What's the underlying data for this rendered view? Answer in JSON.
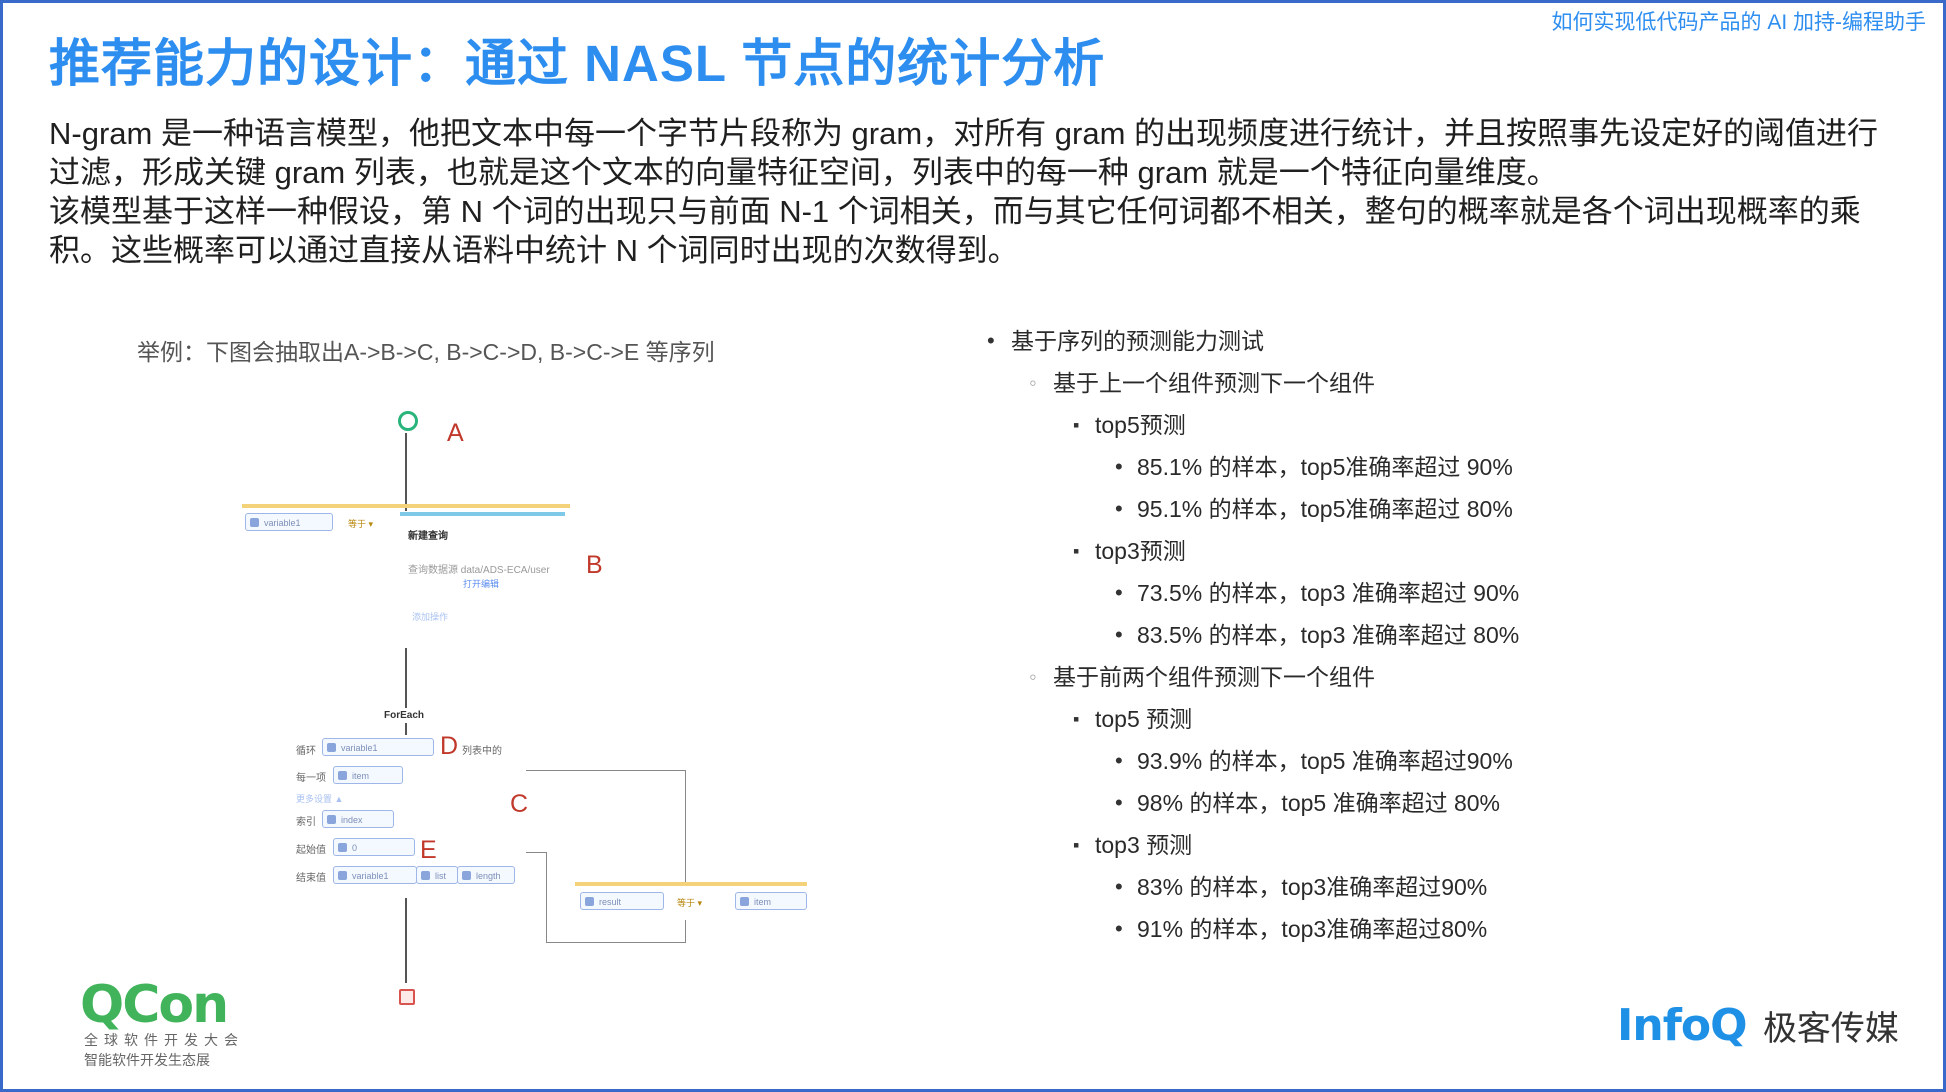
{
  "header": {
    "title": "推荐能力的设计：通过 NASL 节点的统计分析",
    "subtitle": "如何实现低代码产品的 AI 加持-编程助手"
  },
  "intro": {
    "p1": "N-gram 是一种语言模型，他把文本中每一个字节片段称为 gram，对所有 gram 的出现频度进行统计，并且按照事先设定好的阈值进行过滤，形成关键 gram 列表，也就是这个文本的向量特征空间，列表中的每一种 gram 就是一个特征向量维度。",
    "p2": "该模型基于这样一种假设，第 N 个词的出现只与前面 N-1 个词相关，而与其它任何词都不相关，整句的概率就是各个词出现概率的乘积。这些概率可以通过直接从语料中统计 N 个词同时出现的次数得到。"
  },
  "example": "举例：下图会抽取出A->B->C, B->C->D, B->C->E 等序列",
  "diagram": {
    "label_a": "A",
    "label_b": "B",
    "label_c": "C",
    "label_d": "D",
    "label_e": "E",
    "foreach": "ForEach",
    "chip_variable": "variable1",
    "tag_eq": "等于 ▾",
    "new_query": "新建查询",
    "query_path": "查询数据源  data/ADS-ECA/user",
    "edit_link": "打开编辑",
    "add_step": "添加操作",
    "row_loop": "循环",
    "loop_suffix": "列表中的",
    "row_each": "每一项",
    "row_index": "索引",
    "row_start": "起始值",
    "row_end": "结束值",
    "chip_item": "item",
    "chip_index": "index",
    "chip_zero": "0",
    "chip_list": "list",
    "chip_length": "length",
    "chip_result": "result",
    "chip_item2": "item",
    "more_settings": "更多设置 ▲"
  },
  "bullets": [
    {
      "level": 1,
      "text": "基于序列的预测能力测试"
    },
    {
      "level": 2,
      "text": "基于上一个组件预测下一个组件"
    },
    {
      "level": 3,
      "text": "top5预测"
    },
    {
      "level": 4,
      "text": "85.1% 的样本，top5准确率超过 90%"
    },
    {
      "level": 4,
      "text": "95.1% 的样本，top5准确率超过 80%"
    },
    {
      "level": 3,
      "text": "top3预测"
    },
    {
      "level": 4,
      "text": "73.5% 的样本，top3 准确率超过 90%"
    },
    {
      "level": 4,
      "text": "83.5% 的样本，top3 准确率超过 80%"
    },
    {
      "level": 2,
      "text": "基于前两个组件预测下一个组件"
    },
    {
      "level": 3,
      "text": "top5 预测"
    },
    {
      "level": 4,
      "text": "93.9% 的样本，top5 准确率超过90%"
    },
    {
      "level": 4,
      "text": "98% 的样本，top5 准确率超过 80%"
    },
    {
      "level": 3,
      "text": "top3 预测"
    },
    {
      "level": 4,
      "text": "83% 的样本，top3准确率超过90%"
    },
    {
      "level": 4,
      "text": "91% 的样本，top3准确率超过80%"
    }
  ],
  "logos": {
    "qcon_word": "QCon",
    "qcon_line1": "全球软件开发大会",
    "qcon_line2": "智能软件开发生态展",
    "infoq_brand": "InfoQ",
    "infoq_media": "极客传媒"
  },
  "colors": {
    "title": "#2d8ef0",
    "frame": "#3a6ac9",
    "qcon_green": "#41b35b",
    "infoq_blue": "#1e90e6",
    "diagram_label": "#c0392b"
  }
}
